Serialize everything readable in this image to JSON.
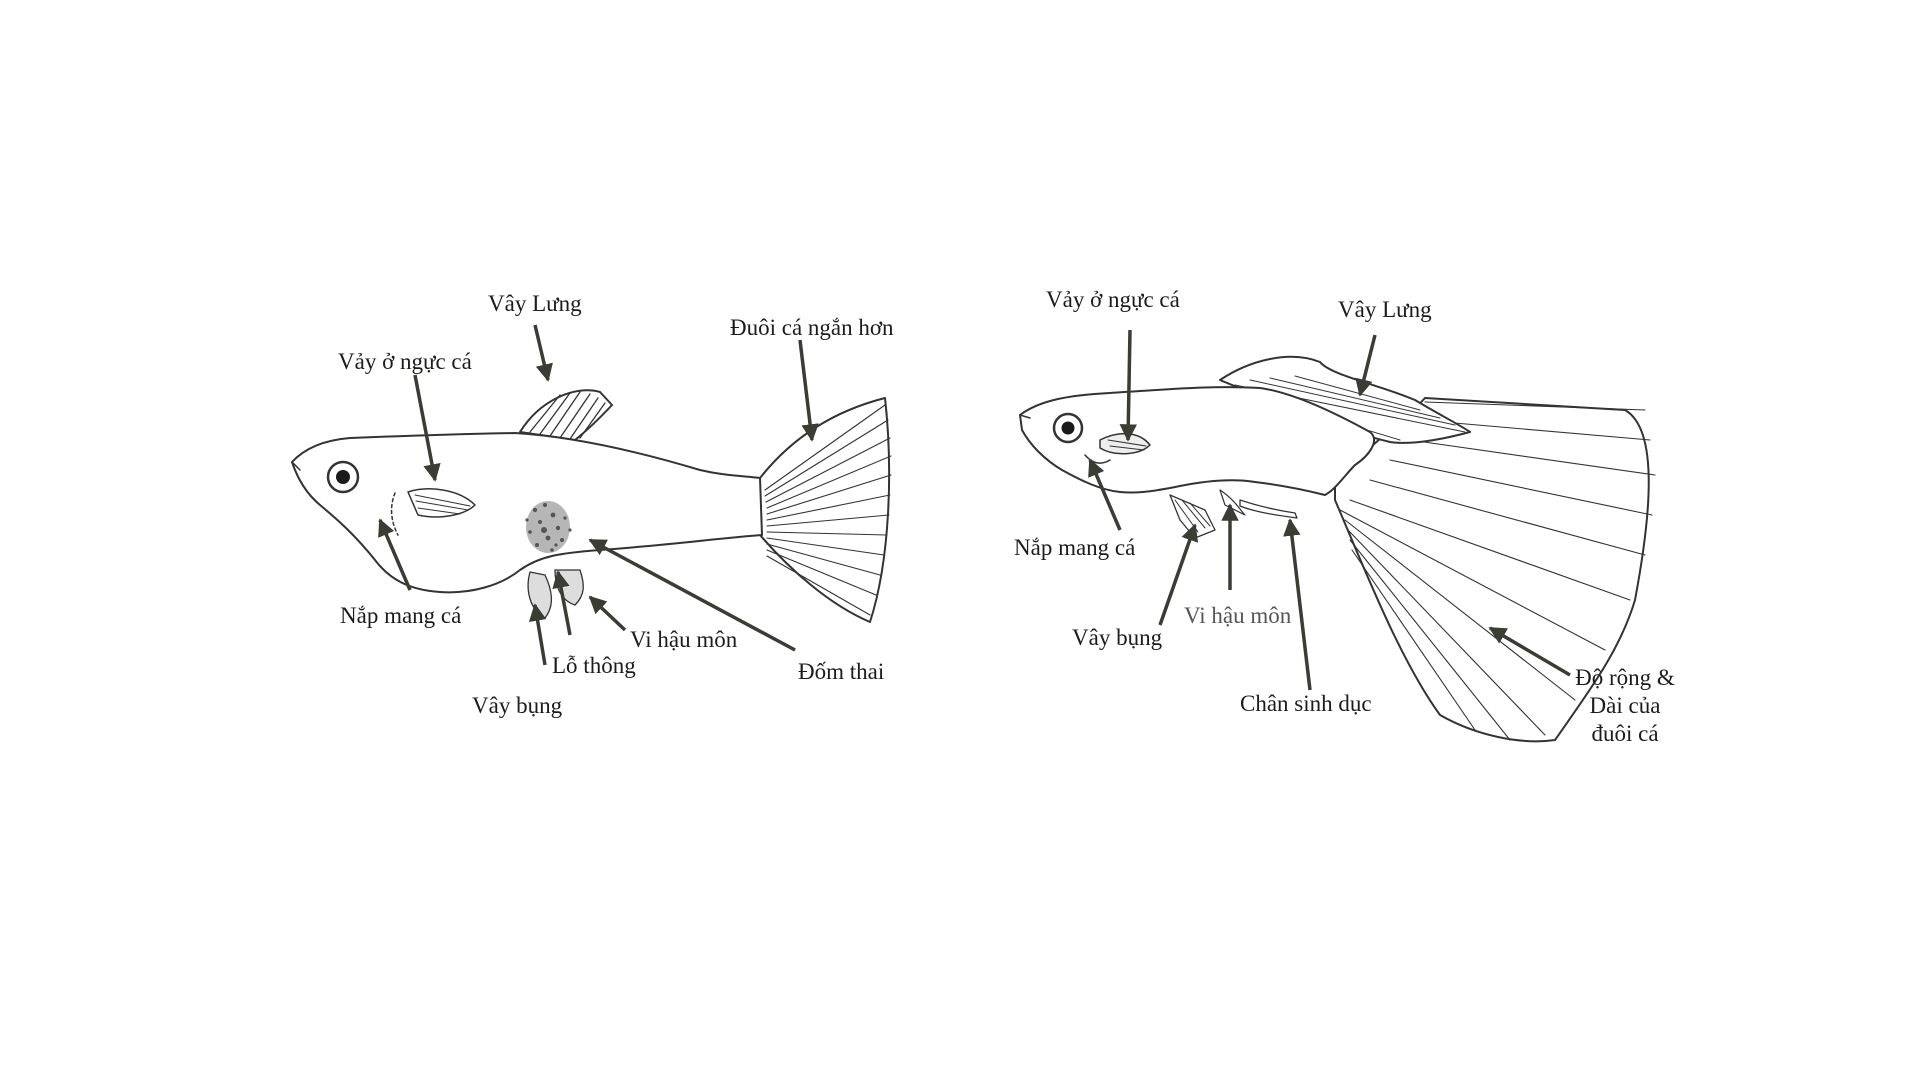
{
  "female": {
    "labels": {
      "dorsal_fin": "Vây Lưng",
      "tail_fin": "Đuôi cá ngắn hơn",
      "pectoral_fin": "Vảy ở ngực cá",
      "gill_cover": "Nắp mang cá",
      "ventral_fin": "Vây bụng",
      "vent": "Lỗ thông",
      "anal_fin": "Vi hậu môn",
      "gravid_spot": "Đốm thai"
    }
  },
  "male": {
    "labels": {
      "pectoral_fin": "Vảy ở ngực cá",
      "dorsal_fin": "Vây Lưng",
      "gill_cover": "Nắp mang cá",
      "ventral_fin": "Vây bụng",
      "anal_fin": "Vi hậu môn",
      "gonopodium": "Chân sinh dục",
      "tail_line1": "Độ rộng &",
      "tail_line2": "Dài của",
      "tail_line3": "đuôi cá"
    }
  },
  "colors": {
    "line": "#333333",
    "arrow": "#3a3d33",
    "spot": "#555555"
  }
}
